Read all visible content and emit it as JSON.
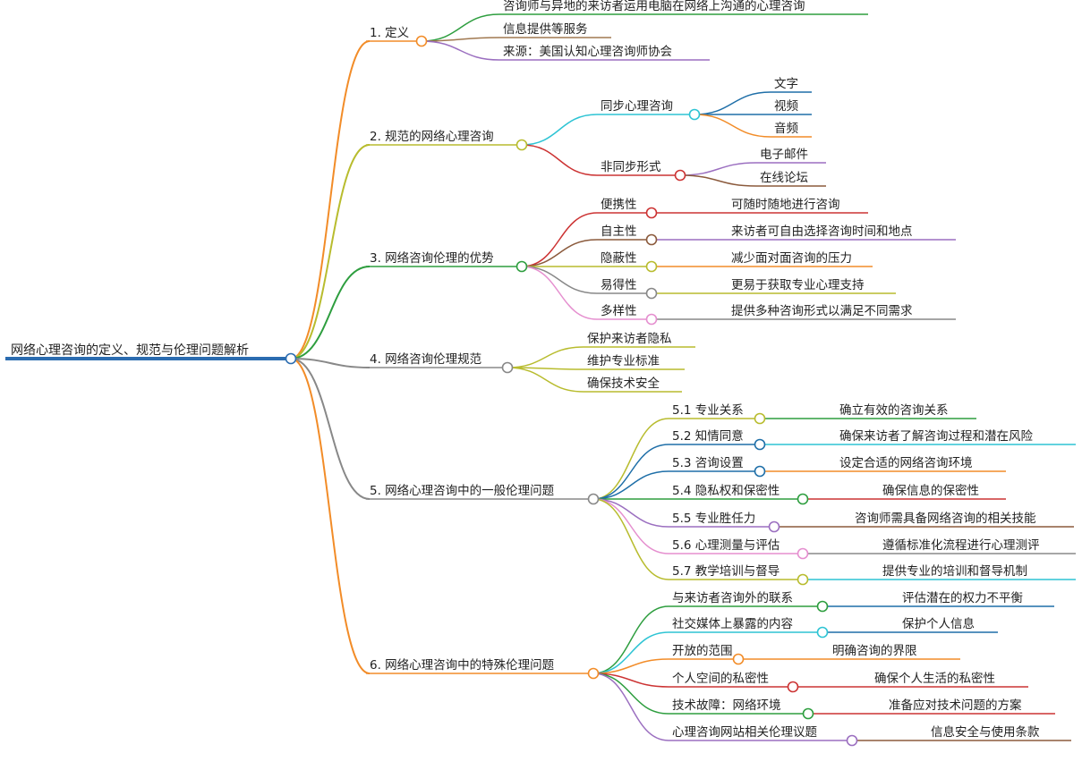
{
  "root": {
    "label": "网络心理咨询的定义、规范与伦理问题解析",
    "color": "#2b6cb0"
  },
  "branches": [
    {
      "label": "1. 定义",
      "color": "#f28c28",
      "children": [
        {
          "label": "咨询师与异地的来访者运用电脑在网络上沟通的心理咨询",
          "color": "#2e9e3f"
        },
        {
          "label": "信息提供等服务",
          "color": "#a07850"
        },
        {
          "label": "来源：美国认知心理咨询师协会",
          "color": "#9b6fc0"
        }
      ]
    },
    {
      "label": "2. 规范的网络心理咨询",
      "color": "#b8bc2e",
      "children": [
        {
          "label": "同步心理咨询",
          "color": "#2ec4d4",
          "children": [
            {
              "label": "文字",
              "color": "#1f6fa8"
            },
            {
              "label": "视频",
              "color": "#1f6fa8"
            },
            {
              "label": "音频",
              "color": "#f28c28"
            }
          ]
        },
        {
          "label": "非同步形式",
          "color": "#cc3333",
          "children": [
            {
              "label": "电子邮件",
              "color": "#9b6fc0"
            },
            {
              "label": "在线论坛",
              "color": "#8b5a3c"
            }
          ]
        }
      ]
    },
    {
      "label": "3. 网络咨询伦理的优势",
      "color": "#2e9e3f",
      "children": [
        {
          "label": "便携性",
          "color": "#cc3333",
          "children": [
            {
              "label": "可随时随地进行咨询",
              "color": "#cc3333"
            }
          ]
        },
        {
          "label": "自主性",
          "color": "#8b5a3c",
          "children": [
            {
              "label": "来访者可自由选择咨询时间和地点",
              "color": "#9b6fc0"
            }
          ]
        },
        {
          "label": "隐蔽性",
          "color": "#b8bc2e",
          "children": [
            {
              "label": "减少面对面咨询的压力",
              "color": "#f28c28"
            }
          ]
        },
        {
          "label": "易得性",
          "color": "#888888",
          "children": [
            {
              "label": "更易于获取专业心理支持",
              "color": "#b8bc2e"
            }
          ]
        },
        {
          "label": "多样性",
          "color": "#e58fcf",
          "children": [
            {
              "label": "提供多种咨询形式以满足不同需求",
              "color": "#888888"
            }
          ]
        }
      ]
    },
    {
      "label": "4. 网络咨询伦理规范",
      "color": "#888888",
      "children": [
        {
          "label": "保护来访者隐私",
          "color": "#b8bc2e"
        },
        {
          "label": "维护专业标准",
          "color": "#b8bc2e"
        },
        {
          "label": "确保技术安全",
          "color": "#b8bc2e"
        }
      ]
    },
    {
      "label": "5. 网络心理咨询中的一般伦理问题",
      "color": "#888888",
      "children": [
        {
          "label": "5.1 专业关系",
          "color": "#b8bc2e",
          "children": [
            {
              "label": "确立有效的咨询关系",
              "color": "#2e9e3f"
            }
          ]
        },
        {
          "label": "5.2 知情同意",
          "color": "#1f6fa8",
          "children": [
            {
              "label": "确保来访者了解咨询过程和潜在风险",
              "color": "#2ec4d4"
            }
          ]
        },
        {
          "label": "5.3 咨询设置",
          "color": "#1f6fa8",
          "children": [
            {
              "label": "设定合适的网络咨询环境",
              "color": "#f28c28"
            }
          ]
        },
        {
          "label": "5.4 隐私权和保密性",
          "color": "#2e9e3f",
          "children": [
            {
              "label": "确保信息的保密性",
              "color": "#cc3333"
            }
          ]
        },
        {
          "label": "5.5 专业胜任力",
          "color": "#9b6fc0",
          "children": [
            {
              "label": "咨询师需具备网络咨询的相关技能",
              "color": "#8b5a3c"
            }
          ]
        },
        {
          "label": "5.6 心理测量与评估",
          "color": "#e58fcf",
          "children": [
            {
              "label": "遵循标准化流程进行心理测评",
              "color": "#888888"
            }
          ]
        },
        {
          "label": "5.7 教学培训与督导",
          "color": "#b8bc2e",
          "children": [
            {
              "label": "提供专业的培训和督导机制",
              "color": "#2ec4d4"
            }
          ]
        }
      ]
    },
    {
      "label": "6. 网络心理咨询中的特殊伦理问题",
      "color": "#f28c28",
      "children": [
        {
          "label": "与来访者咨询外的联系",
          "color": "#2e9e3f",
          "children": [
            {
              "label": "评估潜在的权力不平衡",
              "color": "#1f6fa8"
            }
          ]
        },
        {
          "label": "社交媒体上暴露的内容",
          "color": "#2ec4d4",
          "children": [
            {
              "label": "保护个人信息",
              "color": "#1f6fa8"
            }
          ]
        },
        {
          "label": "开放的范围",
          "color": "#f28c28",
          "children": [
            {
              "label": "明确咨询的界限",
              "color": "#f28c28"
            }
          ]
        },
        {
          "label": "个人空间的私密性",
          "color": "#cc3333",
          "children": [
            {
              "label": "确保个人生活的私密性",
              "color": "#cc3333"
            }
          ]
        },
        {
          "label": "技术故障：网络环境",
          "color": "#2e9e3f",
          "children": [
            {
              "label": "准备应对技术问题的方案",
              "color": "#cc3333"
            }
          ]
        },
        {
          "label": "心理咨询网站相关伦理议题",
          "color": "#9b6fc0",
          "children": [
            {
              "label": "信息安全与使用条款",
              "color": "#8b5a3c"
            }
          ]
        }
      ]
    }
  ]
}
